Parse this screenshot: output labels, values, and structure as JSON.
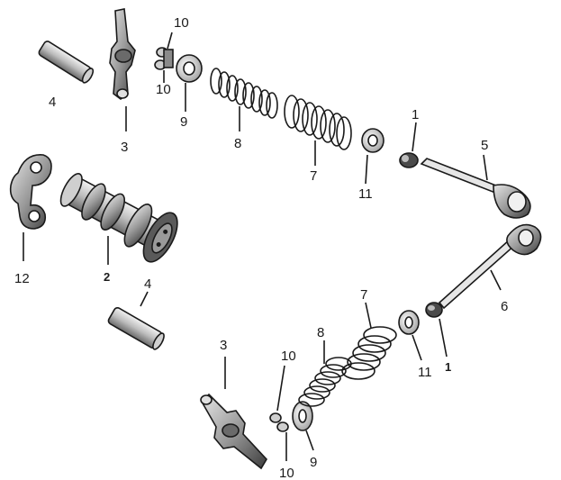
{
  "callouts": {
    "c1_top": "1",
    "c1_bottom": "1",
    "c2": "2",
    "c3_top": "3",
    "c3_bottom": "3",
    "c4_top": "4",
    "c4_bottom": "4",
    "c5": "5",
    "c6": "6",
    "c7_top": "7",
    "c7_bottom": "7",
    "c8_top": "8",
    "c8_bottom": "8",
    "c9_top": "9",
    "c9_bottom": "9",
    "c10_top_a": "10",
    "c10_top_b": "10",
    "c10_bottom_a": "10",
    "c10_bottom_b": "10",
    "c11_top": "11",
    "c11_bottom": "11",
    "c12": "12"
  },
  "colors": {
    "ink": "#1a1a1a",
    "part_dark": "#3a3a3a",
    "part_mid": "#8a8a8a",
    "part_light": "#d9d9d9",
    "background": "#ffffff"
  }
}
